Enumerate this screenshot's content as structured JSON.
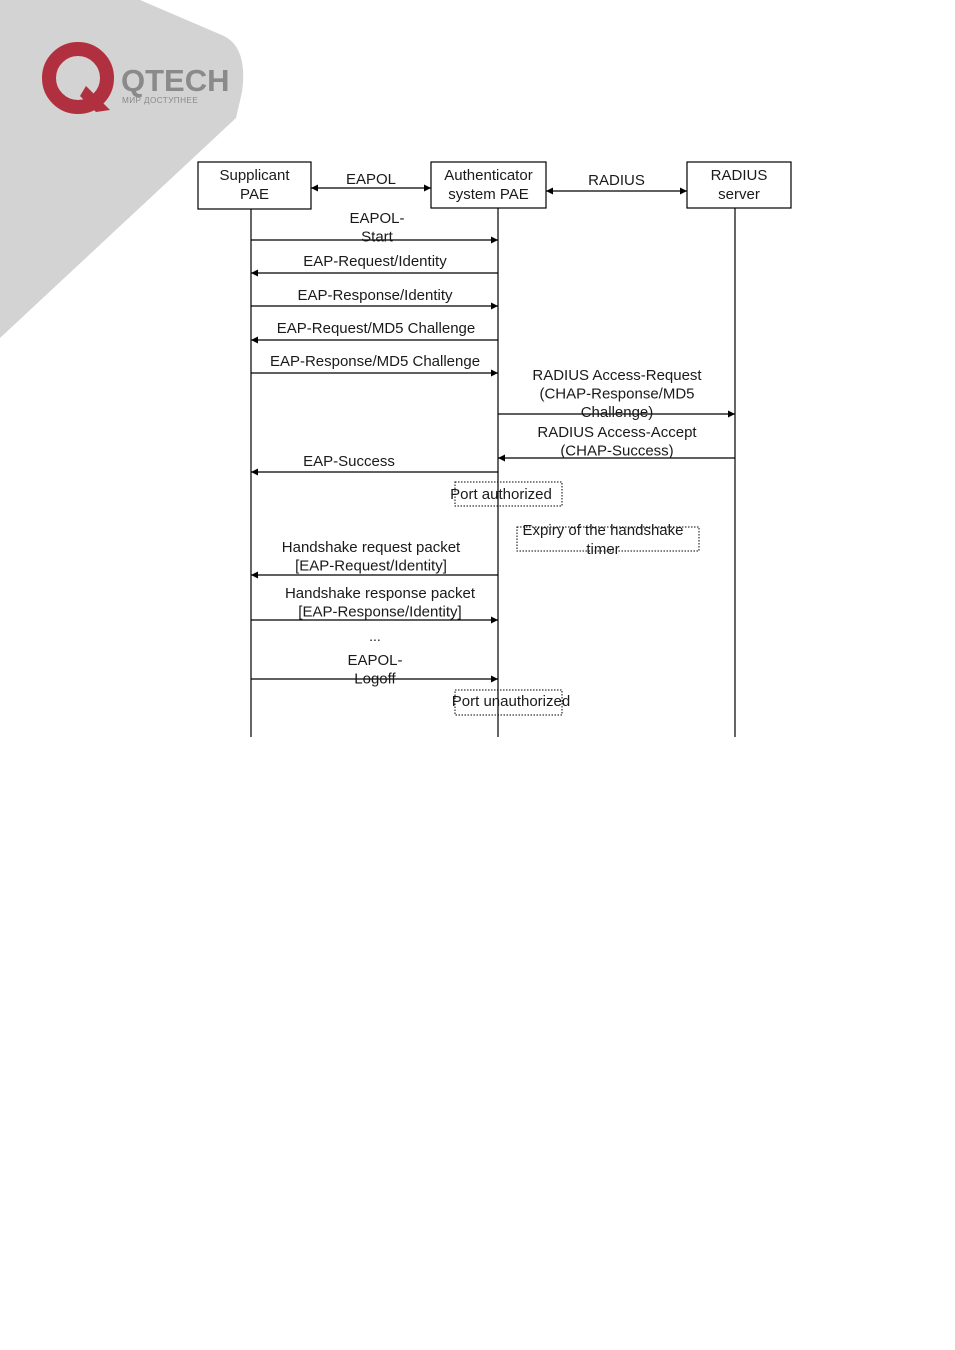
{
  "brand": {
    "name": "QTECH",
    "tagline": "МИР ДОСТУПНЕЕ",
    "colors": {
      "primary": "#b1303f",
      "text": "#8a8a8a",
      "corner": "#d3d3d4"
    }
  },
  "diagram": {
    "participants": [
      {
        "id": "supplicant",
        "lines": [
          "Supplicant",
          "PAE"
        ]
      },
      {
        "id": "authenticator",
        "lines": [
          "Authenticator",
          "system PAE"
        ]
      },
      {
        "id": "radius",
        "lines": [
          "RADIUS",
          "server"
        ]
      }
    ],
    "header_links": [
      {
        "from": "supplicant",
        "to": "authenticator",
        "label": "EAPOL"
      },
      {
        "from": "authenticator",
        "to": "radius",
        "label": "RADIUS"
      }
    ],
    "messages": [
      {
        "from": "supplicant",
        "to": "authenticator",
        "lines": [
          "EAPOL-",
          "Start"
        ]
      },
      {
        "from": "authenticator",
        "to": "supplicant",
        "lines": [
          "EAP-Request/Identity"
        ]
      },
      {
        "from": "supplicant",
        "to": "authenticator",
        "lines": [
          "EAP-Response/Identity"
        ]
      },
      {
        "from": "authenticator",
        "to": "supplicant",
        "lines": [
          "EAP-Request/MD5 Challenge"
        ]
      },
      {
        "from": "supplicant",
        "to": "authenticator",
        "lines": [
          "EAP-Response/MD5 Challenge"
        ]
      },
      {
        "from": "authenticator",
        "to": "radius",
        "lines": [
          "RADIUS Access-Request",
          "(CHAP-Response/MD5",
          "Challenge)"
        ]
      },
      {
        "from": "radius",
        "to": "authenticator",
        "lines": [
          "RADIUS Access-Accept",
          "(CHAP-Success)"
        ]
      },
      {
        "from": "authenticator",
        "to": "supplicant",
        "lines": [
          "EAP-Success"
        ]
      },
      {
        "from": "authenticator",
        "to": "supplicant",
        "lines": [
          "Handshake request packet",
          "[EAP-Request/Identity]"
        ]
      },
      {
        "from": "supplicant",
        "to": "authenticator",
        "lines": [
          "Handshake response packet",
          "[EAP-Response/Identity]"
        ]
      },
      {
        "from": "supplicant",
        "to": "authenticator",
        "lines": [
          "EAPOL-",
          "Logoff"
        ]
      }
    ],
    "notes": [
      {
        "lines": [
          "Port authorized"
        ]
      },
      {
        "lines": [
          "Expiry of the handshake",
          "timer"
        ]
      },
      {
        "lines": [
          "Port unauthorized"
        ]
      }
    ],
    "ellipsis": "..."
  }
}
